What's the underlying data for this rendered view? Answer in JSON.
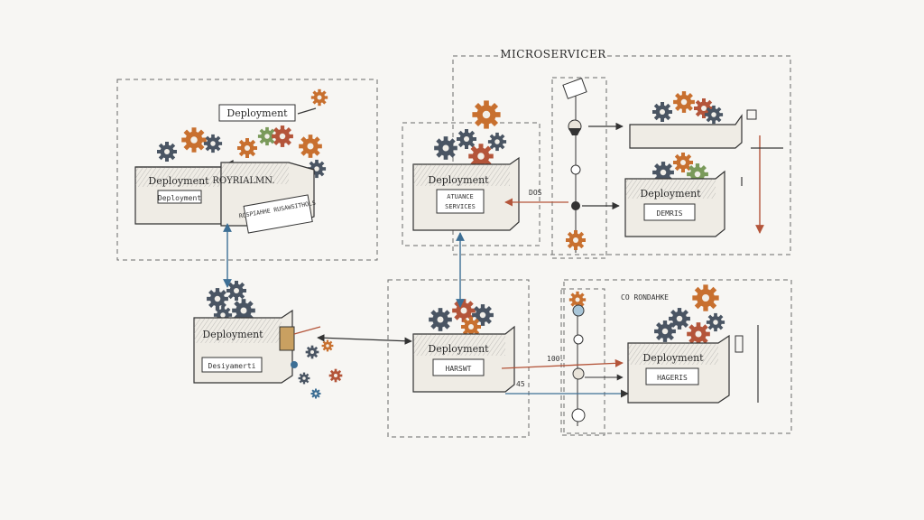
{
  "diagram": {
    "title": "MICROSERVICER",
    "top_left": {
      "tag": "Deployment",
      "box_label": "Deployment",
      "box_sublabel": "Deployment",
      "side_label": "ROYRIALMN.",
      "card_text": "ROSPIAHHE RUSAWSITHOLS"
    },
    "top_center": {
      "box_label": "Deployment",
      "line1": "ATUANCE",
      "line2": "SERVICES",
      "arrow_note": "DOS"
    },
    "top_right": {
      "box_label": "Deployment",
      "sublabel": "DEMRIS"
    },
    "bottom_left": {
      "box_label": "Deployment",
      "sublabel": "Desiyamerti"
    },
    "bottom_center": {
      "box_label": "Deployment",
      "sublabel": "HARSWT",
      "note1": "100.",
      "note2": "45"
    },
    "bottom_right": {
      "box_label": "Deployment",
      "sublabel": "HAGERIS",
      "tag": "CO RONDAHKE"
    }
  },
  "colors": {
    "ink": "#2f2f2f",
    "gear_dark": "#4a5563",
    "gear_orange": "#c8702f",
    "gear_green": "#7a9a5a",
    "arrow_blue": "#3d6f95",
    "arrow_red": "#b4553a",
    "paper": "#f7f6f3"
  }
}
